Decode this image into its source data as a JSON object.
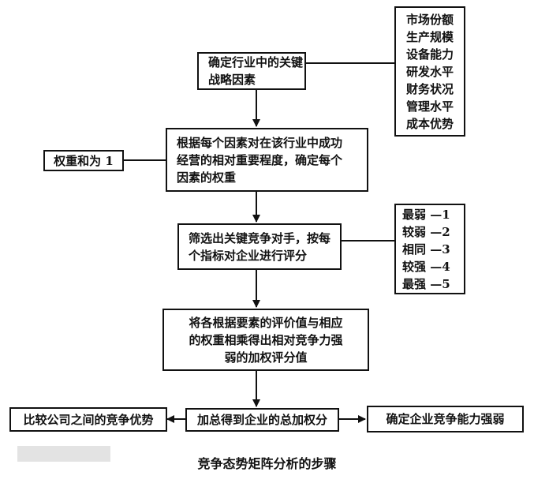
{
  "step1": {
    "lines": [
      "确定行业中的关键",
      "战略因素"
    ]
  },
  "factors": {
    "lines": [
      "市场份额",
      "生产规模",
      "设备能力",
      "研发水平",
      "财务状况",
      "管理水平",
      "成本优势"
    ]
  },
  "step2": {
    "lines": [
      "根据每个因素对在该行业中成功",
      "经营的相对重要程度，确定每个",
      "因素的权重"
    ]
  },
  "weight_note": {
    "text": "权重和为 1"
  },
  "step3": {
    "lines": [
      "筛选出关键竞争对手，按每",
      "个指标对企业进行评分"
    ]
  },
  "scale": {
    "lines": [
      "最弱 —1",
      "较弱 —2",
      "相同 —3",
      "较强 —4",
      "最强 —5"
    ]
  },
  "step4": {
    "lines": [
      "将各根据要素的评价值与相应",
      "的权重相乘得出相对竞争力强",
      "弱的加权评分值"
    ]
  },
  "step5": {
    "text": "加总得到企业的总加权分"
  },
  "left_result": {
    "text": "比较公司之间的竞争优势"
  },
  "right_result": {
    "text": "确定企业竞争能力强弱"
  },
  "caption": {
    "text": "竞争态势矩阵分析的步骤"
  }
}
